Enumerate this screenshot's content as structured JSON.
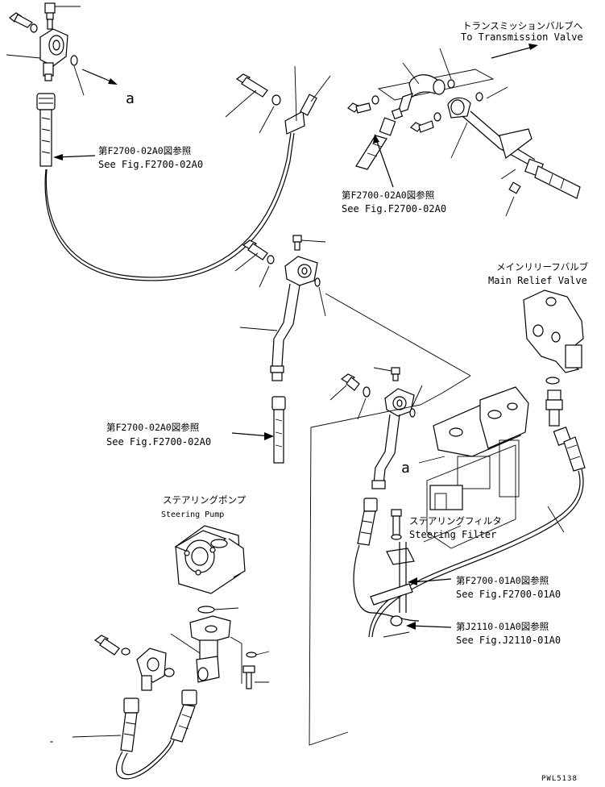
{
  "callouts": {
    "to_transmission_valve_jp": "トランスミッションバルブへ",
    "to_transmission_valve_en": "To Transmission Valve",
    "main_relief_valve_jp": "メインリリーフバルブ",
    "main_relief_valve_en": "Main Relief Valve",
    "steering_pump_jp": "ステアリングポンプ",
    "steering_pump_en": "Steering Pump",
    "steering_filter_jp": "ステアリングフィルタ",
    "steering_filter_en": "Steering Filter"
  },
  "references": [
    {
      "jp": "第F2700-02A0図参照",
      "en": "See Fig.F2700-02A0"
    },
    {
      "jp": "第F2700-02A0図参照",
      "en": "See Fig.F2700-02A0"
    },
    {
      "jp": "第F2700-02A0図参照",
      "en": "See Fig.F2700-02A0"
    },
    {
      "jp": "第F2700-01A0図参照",
      "en": "See Fig.F2700-01A0"
    },
    {
      "jp": "第J2110-01A0図参照",
      "en": "See Fig.J2110-01A0"
    }
  ],
  "connection_marker": "a",
  "drawing_code": "PWL5138"
}
